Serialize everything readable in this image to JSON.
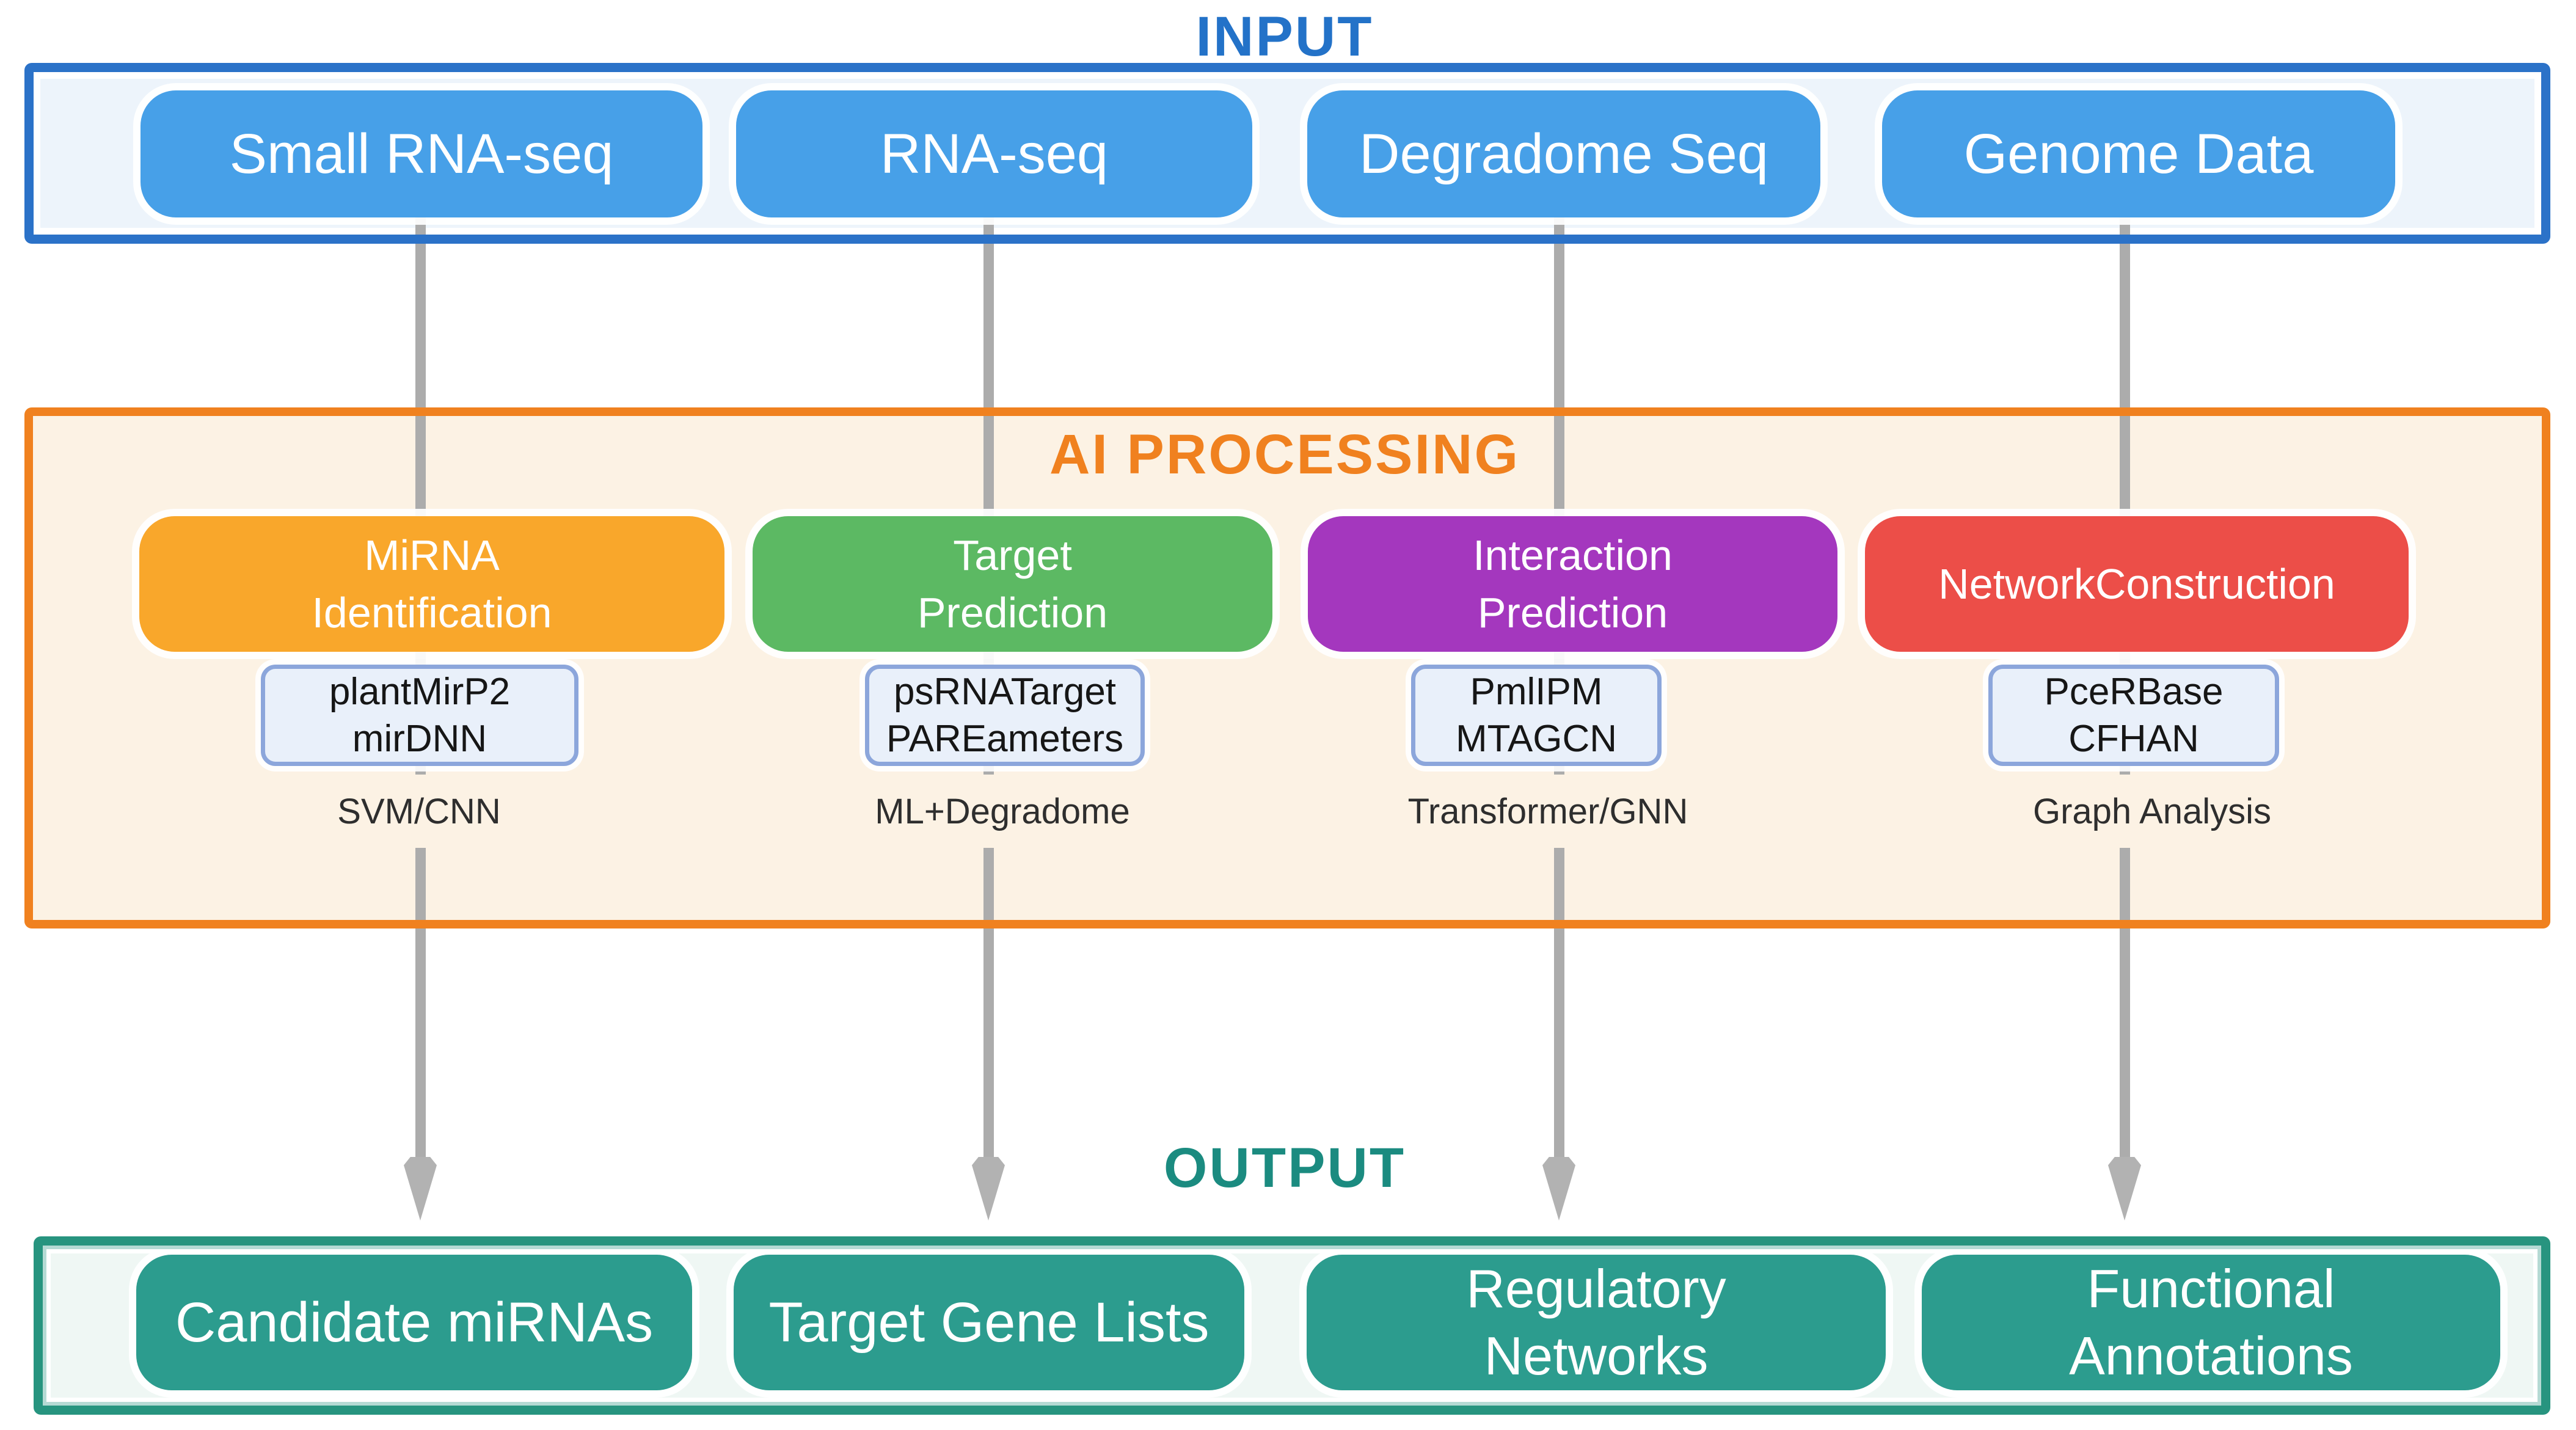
{
  "diagram": {
    "titles": {
      "input": "INPUT",
      "processing": "AI PROCESSING",
      "output": "OUTPUT"
    },
    "input": {
      "nodes": [
        {
          "label": "Small RNA-seq"
        },
        {
          "label": "RNA-seq"
        },
        {
          "label": "Degradome Seq"
        },
        {
          "label": "Genome Data"
        }
      ]
    },
    "processing": {
      "nodes": [
        {
          "title": "MiRNA\nIdentification",
          "tools": "plantMirP2\nmirDNN",
          "method": "SVM/CNN",
          "color": "#F9A72B"
        },
        {
          "title": "Target\nPrediction",
          "tools": "psRNATarget\nPAREameters",
          "method": "ML+Degradome",
          "color": "#5CB963"
        },
        {
          "title": "Interaction\nPrediction",
          "tools": "PmlIPM\nMTAGCN",
          "method": "Transformer/GNN",
          "color": "#A437BE"
        },
        {
          "title": "NetworkConstruction",
          "tools": "PceRBase\nCFHAN",
          "method": "Graph Analysis",
          "color": "#EC4E48"
        }
      ]
    },
    "output": {
      "nodes": [
        {
          "label": "Candidate miRNAs"
        },
        {
          "label": "Target Gene Lists"
        },
        {
          "label": "Regulatory\nNetworks"
        },
        {
          "label": "Functional\nAnnotations"
        }
      ]
    },
    "colors": {
      "input_title": "#2372C8",
      "input_panel_border": "#2B72C8",
      "input_panel_bg": "#EDF4FB",
      "input_node": "#47A0E8",
      "processing_title": "#F0811F",
      "processing_panel_border": "#F0811F",
      "processing_panel_bg": "#FCF2E4",
      "tool_box_bg": "#E9F0FA",
      "tool_box_border": "#8CA6DB",
      "output_title": "#1B8B80",
      "output_panel_border": "#27947F",
      "output_panel_bg": "#EFF7F4",
      "output_node": "#2C9C8E",
      "arrow": "#ACACAC"
    }
  }
}
